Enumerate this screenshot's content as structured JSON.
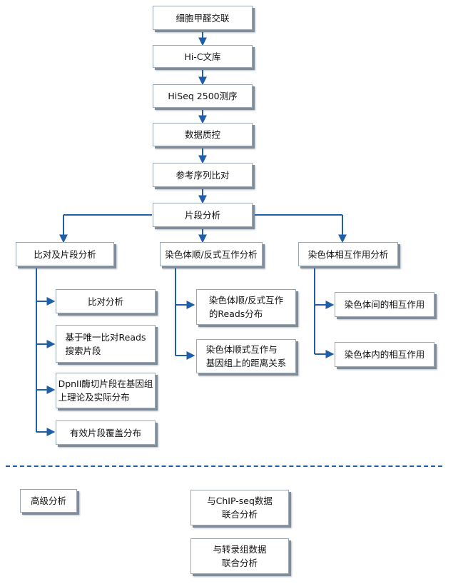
{
  "main_flow": {
    "step1": "细胞甲醛交联",
    "step2": "Hi-C文库",
    "step3": "HiSeq 2500测序",
    "step4": "数据质控",
    "step5": "参考序列比对",
    "step6": "片段分析"
  },
  "branches": {
    "alignment": {
      "title": "比对及片段分析",
      "items": [
        {
          "line1": "比对分析",
          "line2": ""
        },
        {
          "line1": "基于唯一比对Reads",
          "line2": "搜索片段"
        },
        {
          "line1": "DpnII酶切片段在基因组",
          "line2": "上理论及实际分布"
        },
        {
          "line1": "有效片段覆盖分布",
          "line2": ""
        }
      ]
    },
    "cis_trans": {
      "title": "染色体顺/反式互作分析",
      "items": [
        {
          "line1": "染色体顺/反式互作",
          "line2": "的Reads分布"
        },
        {
          "line1": "染色体顺式互作与",
          "line2": "基因组上的距离关系"
        }
      ]
    },
    "chrom_interaction": {
      "title": "染色体相互作用分析",
      "items": [
        {
          "line1": "染色体间的相互作用",
          "line2": ""
        },
        {
          "line1": "染色体内的相互作用",
          "line2": ""
        }
      ]
    }
  },
  "advanced": {
    "title": "高级分析",
    "item1": {
      "line1": "与ChIP-seq数据",
      "line2": "联合分析"
    },
    "item2": {
      "line1": "与转录组数据",
      "line2": "联合分析"
    }
  },
  "colors": {
    "connector": "#1f5fa8",
    "box_border": "#9aa6b2",
    "box_shadow": "#7f8d9b"
  }
}
